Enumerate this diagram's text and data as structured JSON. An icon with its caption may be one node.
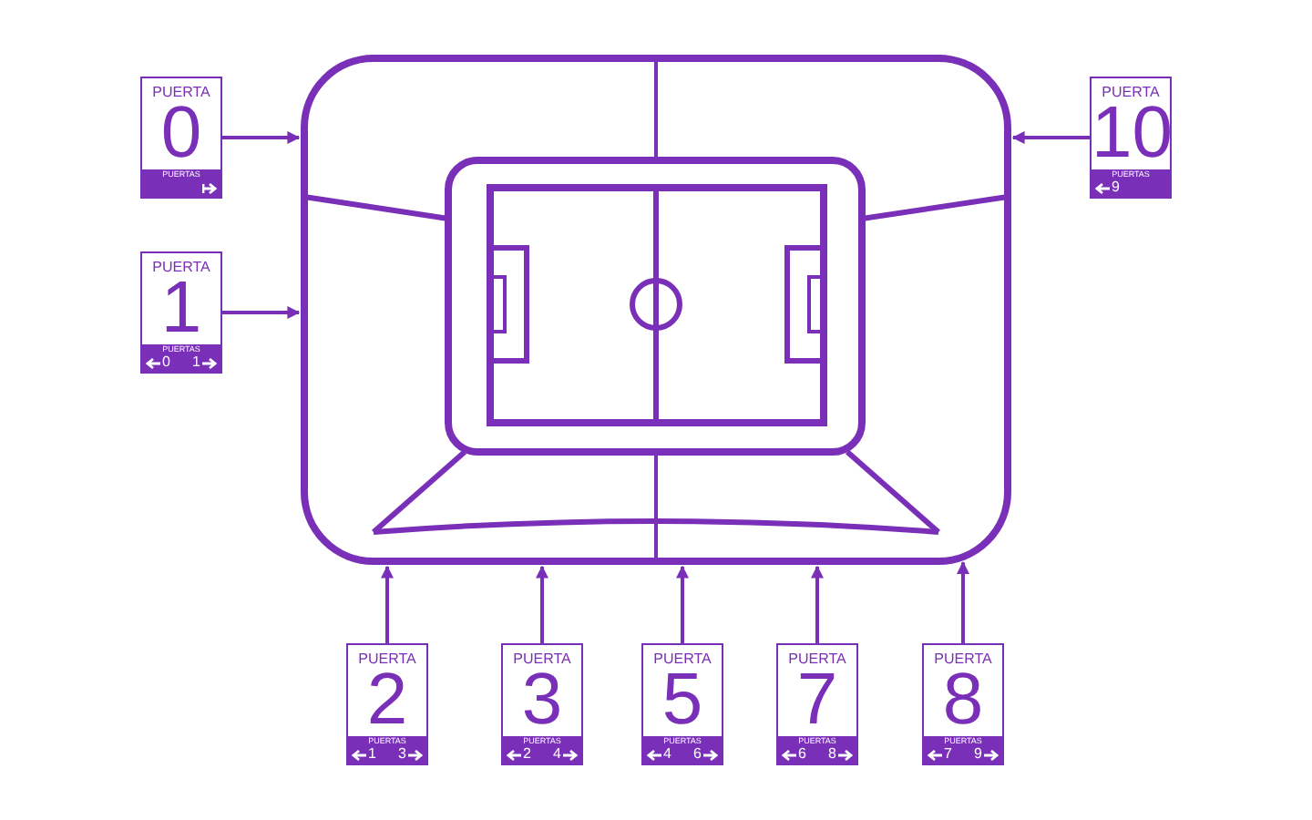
{
  "diagram": {
    "nodes": [
      {
        "text": [],
        "shape": "picture"
      },
      {
        "text": [
          "PUERTA",
          "0",
          "PUERTAS"
        ]
      },
      {
        "text": [
          "PUERTA",
          "10",
          "PUERTAS",
          "9"
        ]
      },
      {
        "text": [
          "PUERTA",
          "1",
          "PUERTAS",
          "0",
          "1"
        ]
      },
      {
        "text": [
          "PUERTA",
          "2",
          "PUERTAS",
          "1",
          "3"
        ]
      },
      {
        "text": [
          "PUERTA",
          "3",
          "PUERTAS",
          "2",
          "4"
        ]
      },
      {
        "text": [
          "PUERTA",
          "5",
          "PUERTAS",
          "4",
          "6"
        ]
      },
      {
        "text": [
          "PUERTA",
          "7",
          "PUERTAS",
          "6",
          "8"
        ]
      },
      {
        "text": [
          "PUERTA",
          "8",
          "PUERTAS",
          "7",
          "9"
        ]
      }
    ],
    "edges": [
      {
        "from": 1,
        "to": 0,
        "arrow": "to"
      },
      {
        "from": 2,
        "to": 0,
        "arrow": "to"
      },
      {
        "from": 3,
        "to": 0,
        "arrow": "to"
      },
      {
        "from": 4,
        "to": 0,
        "arrow": "to"
      },
      {
        "from": 5,
        "to": 0,
        "arrow": "to"
      },
      {
        "from": 6,
        "to": 0,
        "arrow": "to"
      },
      {
        "from": 7,
        "to": 0,
        "arrow": "to"
      },
      {
        "from": 8,
        "to": 0,
        "arrow": "to"
      }
    ]
  }
}
